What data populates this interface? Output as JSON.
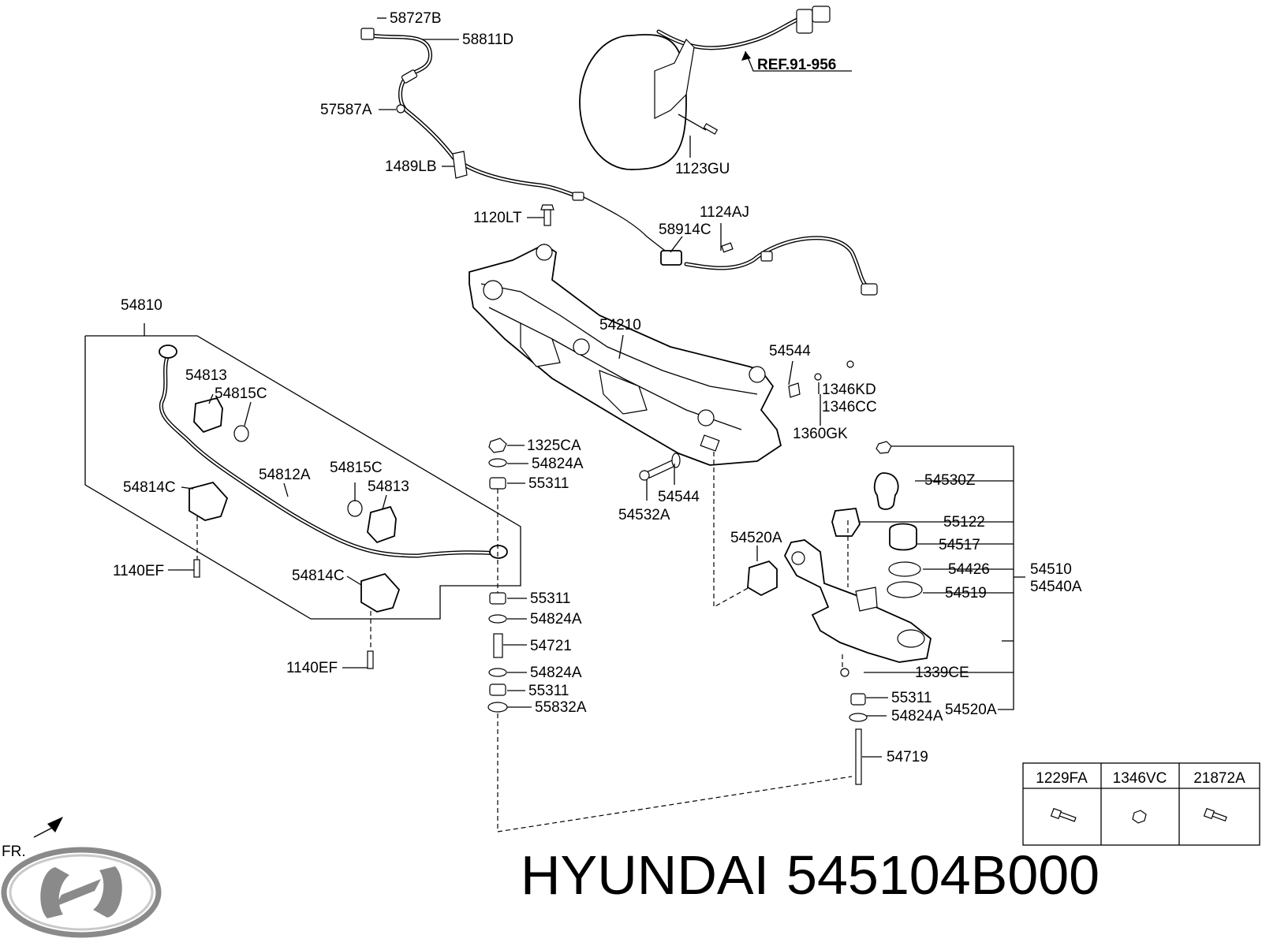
{
  "labels": {
    "p58727B": "58727B",
    "p58811D": "58811D",
    "p57587A": "57587A",
    "p1489LB": "1489LB",
    "ref": "REF.91-956",
    "p1123GU": "1123GU",
    "p1120LT": "1120LT",
    "p1124AJ": "1124AJ",
    "p58914C": "58914C",
    "p54810": "54810",
    "p54210": "54210",
    "p54544a": "54544",
    "p1346KD": "1346KD",
    "p1346CC": "1346CC",
    "p1360GK": "1360GK",
    "p54813a": "54813",
    "p54815Ca": "54815C",
    "p54812A": "54812A",
    "p54815Cb": "54815C",
    "p54813b": "54813",
    "p54814Ca": "54814C",
    "p1140EFa": "1140EF",
    "p54814Cb": "54814C",
    "p1140EFb": "1140EF",
    "p1325CA": "1325CA",
    "p54824Aa": "54824A",
    "p55311a": "55311",
    "p55311b": "55311",
    "p54824Ab": "54824A",
    "p54721": "54721",
    "p54824Ac": "54824A",
    "p55311c": "55311",
    "p55832A": "55832A",
    "p54544b": "54544",
    "p54532A": "54532A",
    "p54530Z": "54530Z",
    "p55122": "55122",
    "p54520Aa": "54520A",
    "p54517": "54517",
    "p54426": "54426",
    "p54519": "54519",
    "p54510": "54510",
    "p54540A": "54540A",
    "p1339CE": "1339CE",
    "p55311d": "55311",
    "p54824Ad": "54824A",
    "p54520Ab": "54520A",
    "p54719": "54719",
    "fr": "FR."
  },
  "legend_table": {
    "headers": [
      "1229FA",
      "1346VC",
      "21872A"
    ]
  },
  "brand": {
    "make": "HYUNDAI",
    "part_number": "545104B000"
  },
  "colors": {
    "line": "#000000",
    "background": "#ffffff",
    "logo": "#8a8a8a"
  }
}
